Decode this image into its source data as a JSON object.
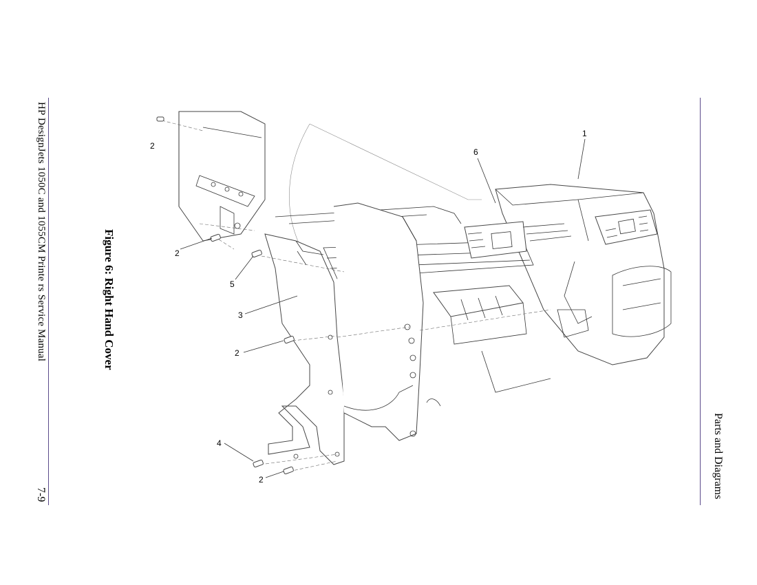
{
  "header": {
    "left_title": "HP DesignJets 1050C and 1055CM Printe rs Service Manual",
    "page_number": "7-9",
    "right_title": "Parts and Diagrams"
  },
  "figure": {
    "caption": "Figure 6: Right Hand Cover",
    "callouts": {
      "c1": "1",
      "c2a": "2",
      "c2b": "2",
      "c2c": "2",
      "c2d": "2",
      "c3": "3",
      "c4": "4",
      "c5": "5",
      "c6": "6"
    }
  },
  "colors": {
    "rule": "#5a4a8a",
    "text": "#000000",
    "line_art": "#333333"
  }
}
